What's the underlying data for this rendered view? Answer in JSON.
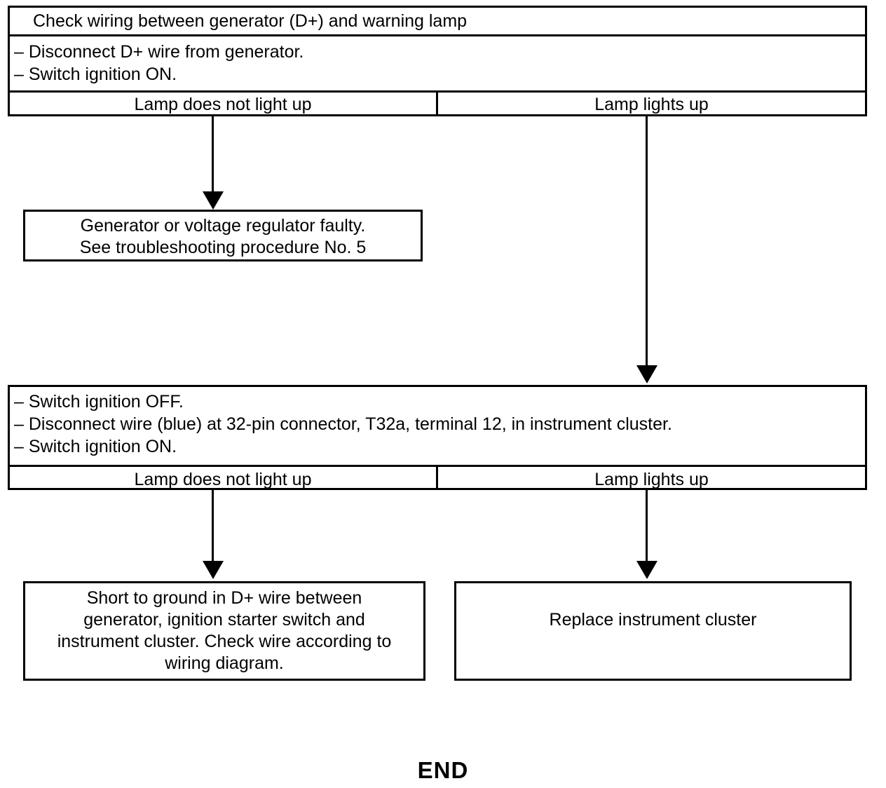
{
  "diagram": {
    "title": "Check wiring between generator (D+) and warning lamp",
    "end_label": "END"
  },
  "step1": {
    "header": "Check wiring between generator (D+) and warning lamp",
    "actions": [
      "– Disconnect D+ wire from generator.",
      "– Switch ignition ON."
    ],
    "outcome_left": "Lamp does not light up",
    "outcome_right": "Lamp lights up"
  },
  "result1": {
    "line1": "Generator or voltage regulator faulty.",
    "line2": "See troubleshooting procedure No. 5"
  },
  "step2": {
    "actions": [
      "– Switch ignition OFF.",
      "– Disconnect wire (blue) at 32-pin connector, T32a, terminal 12, in instrument cluster.",
      "– Switch ignition ON."
    ],
    "outcome_left": "Lamp does not light up",
    "outcome_right": "Lamp lights up"
  },
  "result2_left": {
    "line1": "Short to ground in D+ wire between",
    "line2": "generator, ignition starter switch and",
    "line3": "instrument cluster. Check wire according to",
    "line4": "wiring diagram."
  },
  "result2_right": {
    "line1": "Replace instrument cluster"
  },
  "colors": {
    "stroke": "#000000",
    "background": "#ffffff"
  }
}
